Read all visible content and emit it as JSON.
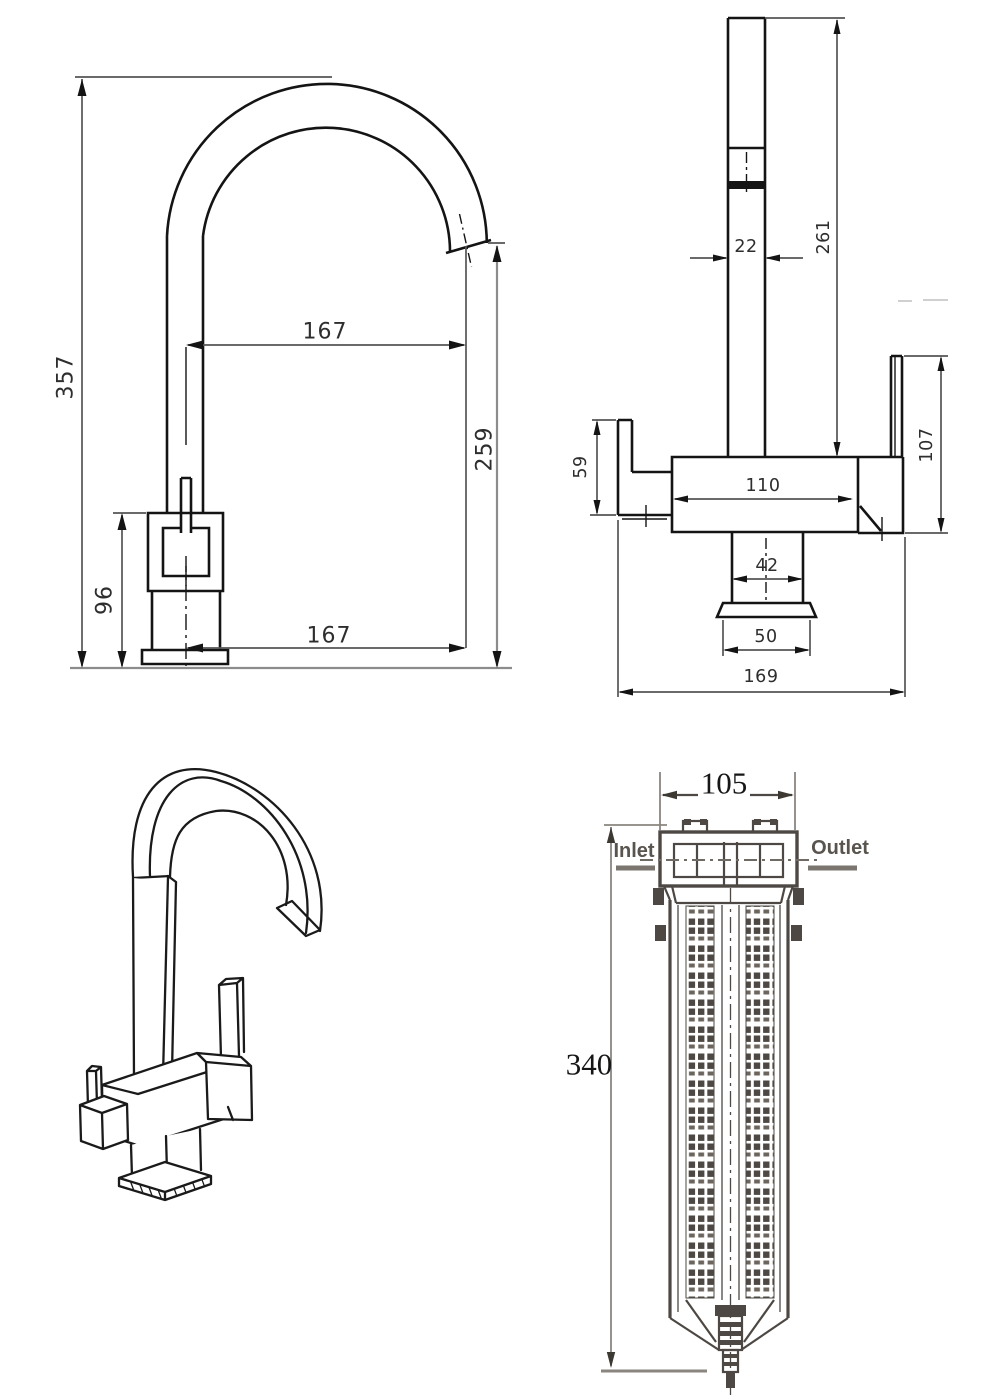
{
  "drawing": {
    "background": "#ffffff",
    "colors": {
      "object_line": "#141414",
      "dimension_line": "#565656",
      "gray_line": "#8c8c8c",
      "filter_line": "#4d4843",
      "label_gray": "#59544e"
    },
    "views": {
      "side_view": {
        "dims": {
          "total_height": "357",
          "spout_reach_top": "167",
          "outlet_height": "259",
          "body_height": "96",
          "spout_reach_bottom": "167"
        }
      },
      "front_view": {
        "dims": {
          "spout_width": "22",
          "column_height": "261",
          "left_handle_height": "59",
          "body_width": "110",
          "right_handle_height": "107",
          "neck_width": "42",
          "base_width": "50",
          "overall_width": "169"
        }
      },
      "filter_view": {
        "dims": {
          "width": "105",
          "height": "340"
        },
        "labels": {
          "inlet": "Inlet",
          "outlet": "Outlet"
        }
      }
    }
  }
}
